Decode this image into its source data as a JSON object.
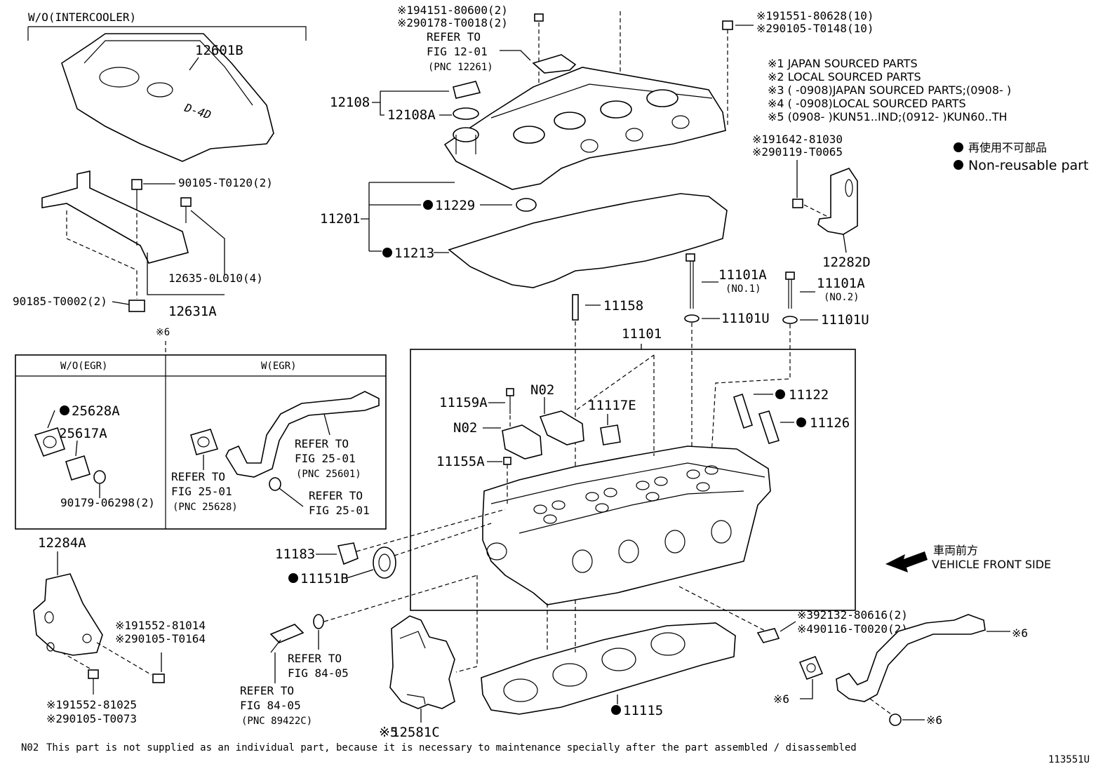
{
  "sections": {
    "wo_intercooler": "W/O(INTERCOOLER)",
    "wo_egr": "W/O(EGR)",
    "w_egr": "W(EGR)"
  },
  "parts": {
    "p12601B": "12601B",
    "p90105": "90105-T0120(2)",
    "p12635": "12635-0L010(4)",
    "p90185": "90185-T0002(2)",
    "p12631A": "12631A",
    "ref6_top": "※6",
    "p25628A": "25628A",
    "p25617A": "25617A",
    "p90179": "90179-06298(2)",
    "p12284A": "12284A",
    "p191552a": "※191552-81014",
    "p290105a": "※290105-T0164",
    "p191552b": "※191552-81025",
    "p290105b": "※290105-T0073",
    "p194151": "※194151-80600(2)",
    "p290178": "※290178-T0018(2)",
    "p12108": "12108",
    "p12108A": "12108A",
    "p11201": "11201",
    "p11229": "11229",
    "p11213": "11213",
    "p191551": "※191551-80628(10)",
    "p290105c": "※290105-T0148(10)",
    "p191642": "※191642-81030",
    "p290119": "※290119-T0065",
    "p12282D": "12282D",
    "p11158": "11158",
    "p11101A1": "11101A",
    "no1": "(NO.1)",
    "p11101A2": "11101A",
    "no2": "(NO.2)",
    "p11101U1": "11101U",
    "p11101U2": "11101U",
    "p11101": "11101",
    "p11159A": "11159A",
    "pN02a": "N02",
    "pN02b": "N02",
    "p11117E": "11117E",
    "p11155A": "11155A",
    "p11122": "11122",
    "p11126": "11126",
    "p11183": "11183",
    "p11151B": "11151B",
    "p392132": "※392132-80616(2)",
    "p490116": "※490116-T0020(2)",
    "ref6_a": "※6",
    "ref6_b": "※6",
    "ref6_c": "※6",
    "p11115": "11115",
    "p12581C": "12581C",
    "ref5": "※5"
  },
  "refs": {
    "r12_l1": "REFER TO",
    "r12_l2": "FIG 12-01",
    "r12_l3": "(PNC 12261)",
    "r25a_l1": "REFER TO",
    "r25a_l2": "FIG 25-01",
    "r25a_l3": "(PNC 25628)",
    "r25b_l1": "REFER TO",
    "r25b_l2": "FIG 25-01",
    "r25b_l3": "(PNC 25601)",
    "r25c_l1": "REFER TO",
    "r25c_l2": "FIG 25-01",
    "r84a_l1": "REFER TO",
    "r84a_l2": "FIG 84-05",
    "r84b_l1": "REFER TO",
    "r84b_l2": "FIG 84-05",
    "r84b_l3": "(PNC 89422C)"
  },
  "notes": {
    "n1": "※1 JAPAN SOURCED PARTS",
    "n2": "※2 LOCAL SOURCED PARTS",
    "n3": "※3 (      -0908)JAPAN SOURCED PARTS;(0908-      )",
    "n4": "※4 (      -0908)LOCAL SOURCED PARTS",
    "n5": "※5 (0908-      )KUN51..IND;(0912-      )KUN60..TH",
    "nonreuse_jp": "再使用不可部品",
    "nonreuse_en": "Non-reusable part"
  },
  "direction": {
    "jp": "車両前方",
    "en": "VEHICLE FRONT SIDE"
  },
  "footer": {
    "n02_code": "N02",
    "n02_text": "This part is not supplied as an individual part, because it is necessary to maintenance specially after the part assembled / disassembled",
    "fig_id": "113551U"
  }
}
